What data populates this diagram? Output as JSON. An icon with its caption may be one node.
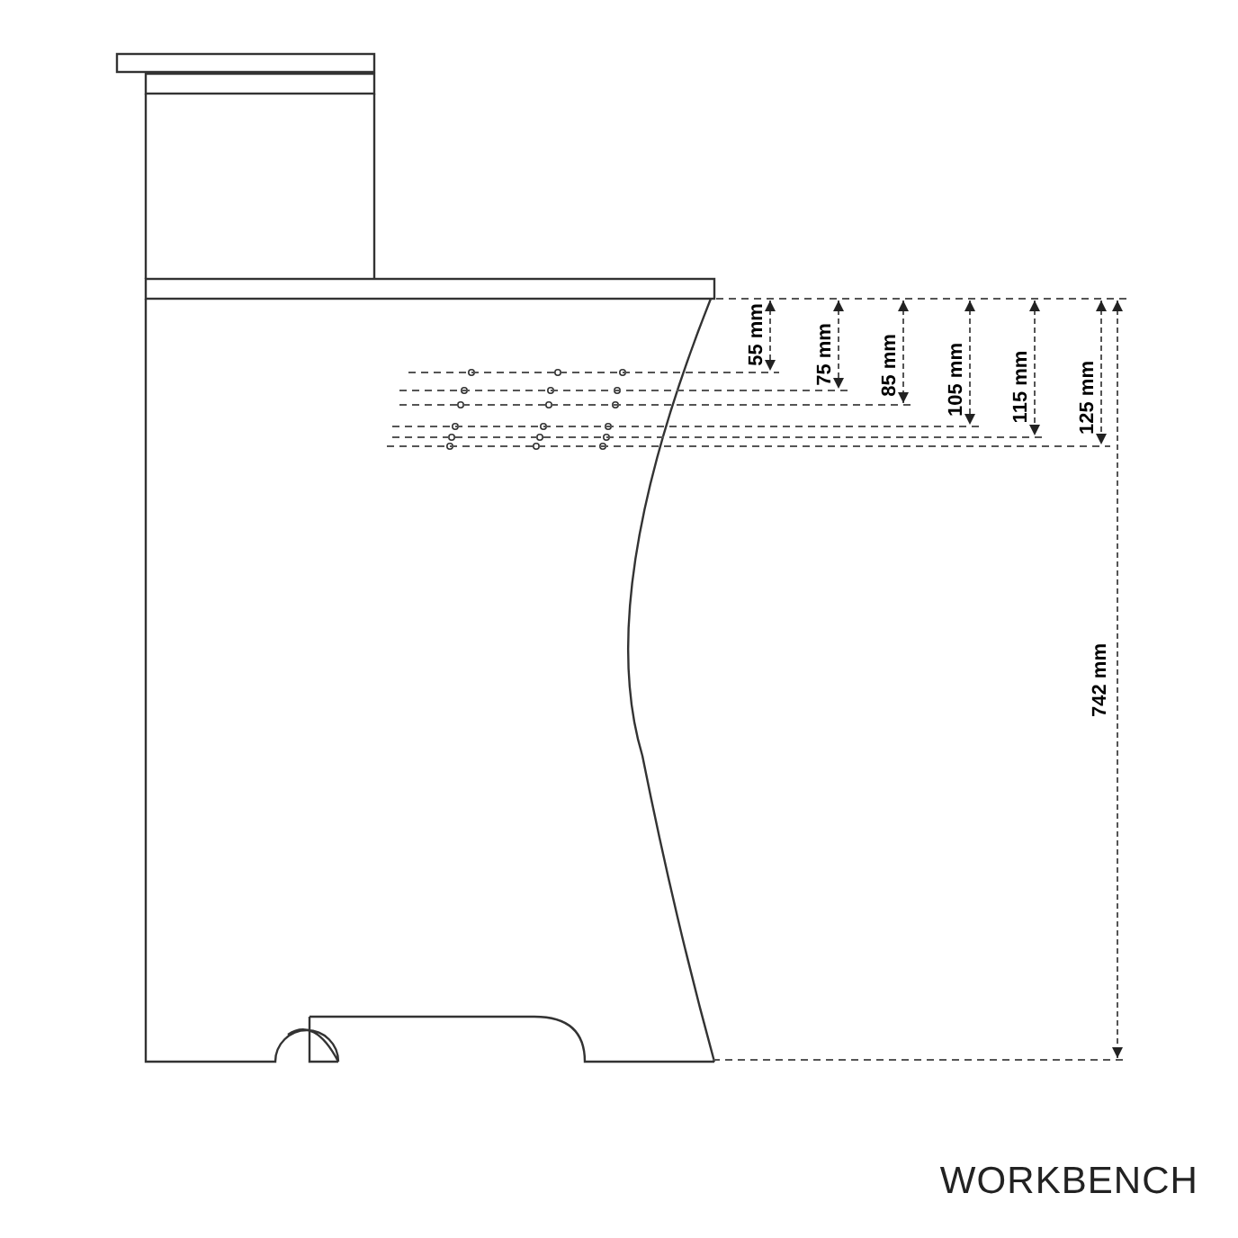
{
  "diagram": {
    "labels": [
      "55 mm",
      "75 mm",
      "85 mm",
      "105 mm",
      "115 mm",
      "125 mm",
      "742 mm",
      "WORKBENCH"
    ]
  }
}
